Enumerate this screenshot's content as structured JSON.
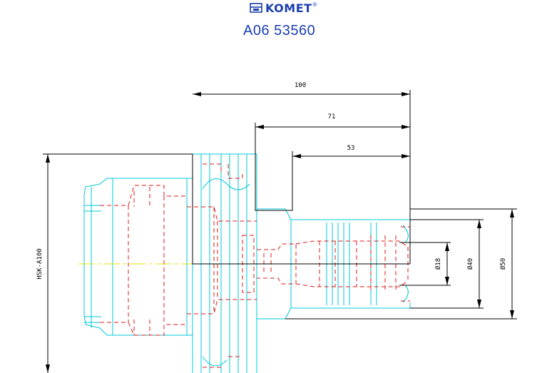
{
  "brand": {
    "name": "KOMET",
    "mark": "®"
  },
  "part_number": "A06 53560",
  "dimensions": {
    "length_overall": "100",
    "length_mid": "71",
    "length_short": "53",
    "dia_bore": "Ø18",
    "dia_mid": "Ø40",
    "dia_outer": "Ø50",
    "interface": "HSK-A100"
  },
  "colors": {
    "brand": "#1a3fb0",
    "outline": "#00c8d8",
    "hidden": "#e01818",
    "dimension": "#000000",
    "centerline": "#e8e000"
  }
}
